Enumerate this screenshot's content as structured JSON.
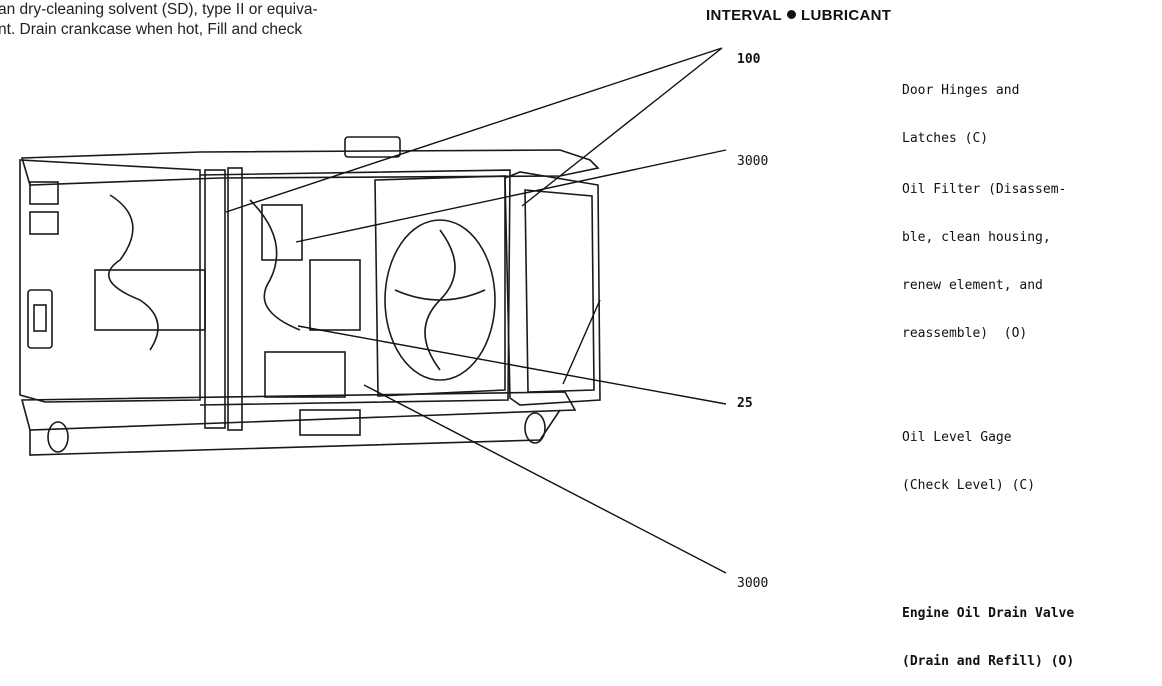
{
  "intro": {
    "lines": [
      "an dry-cleaning solvent (SD), type II or equiva-",
      "nt. Drain crankcase when hot, Fill and check"
    ]
  },
  "header": {
    "interval_label": "INTERVAL",
    "lubricant_label": "LUBRICANT"
  },
  "items": [
    {
      "interval": "100",
      "lines": [
        "Door Hinges and",
        "Latches (C)"
      ]
    },
    {
      "interval": "3000",
      "lines": [
        "Oil Filter (Disassem-",
        "ble, clean housing,",
        "renew element, and",
        "reassemble)  (O)"
      ]
    },
    {
      "interval": "25",
      "lines": [
        "Oil Level Gage",
        "(Check Level) (C)"
      ]
    },
    {
      "interval": "3000",
      "lines": [
        "Engine Oil Drain Valve",
        "(Drain and Refill) (O)"
      ]
    }
  ]
}
